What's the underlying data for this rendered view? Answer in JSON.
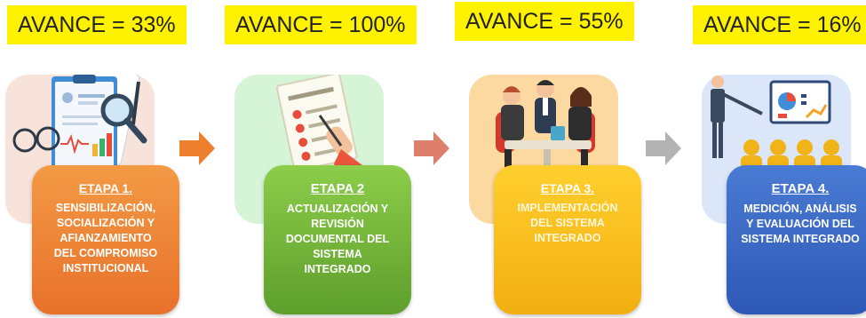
{
  "stages": [
    {
      "avance": "AVANCE = 33%",
      "etapa": "ETAPA 1.",
      "description": "SENSIBILIZACIÓN,\nSOCIALIZACIÓN Y\nAFIANZAMIENTO\nDEL COMPROMISO\nINSTITUCIONAL",
      "color": "#ee7f2d",
      "illustration": "checklist-magnifier-icon",
      "progress_percent": 33
    },
    {
      "avance": "AVANCE = 100%",
      "etapa": "ETAPA 2",
      "description": "ACTUALIZACIÓN Y\nREVISIÓN\nDOCUMENTAL DEL\nSISTEMA\nINTEGRADO",
      "color": "#70b33a",
      "illustration": "document-checklist-icon",
      "progress_percent": 100
    },
    {
      "avance": "AVANCE = 55%",
      "etapa": "ETAPA 3.",
      "description": "IMPLEMENTACIÓN\nDEL SISTEMA\nINTEGRADO",
      "color": "#f7bb1a",
      "illustration": "team-meeting-icon",
      "progress_percent": 55
    },
    {
      "avance": "AVANCE = 16%",
      "etapa": "ETAPA 4.",
      "description": "MEDICIÓN, ANÁLISIS\nY EVALUACIÓN DEL\nSISTEMA INTEGRADO",
      "color": "#3a66c4",
      "illustration": "presentation-audience-icon",
      "progress_percent": 16
    }
  ],
  "arrows": [
    {
      "color": "#ee7f2d",
      "icon": "arrow-right-icon"
    },
    {
      "color": "#dd7f6a",
      "icon": "arrow-right-icon"
    },
    {
      "color": "#b3b3b3",
      "icon": "arrow-right-icon"
    }
  ],
  "highlight_color": "#fef200"
}
